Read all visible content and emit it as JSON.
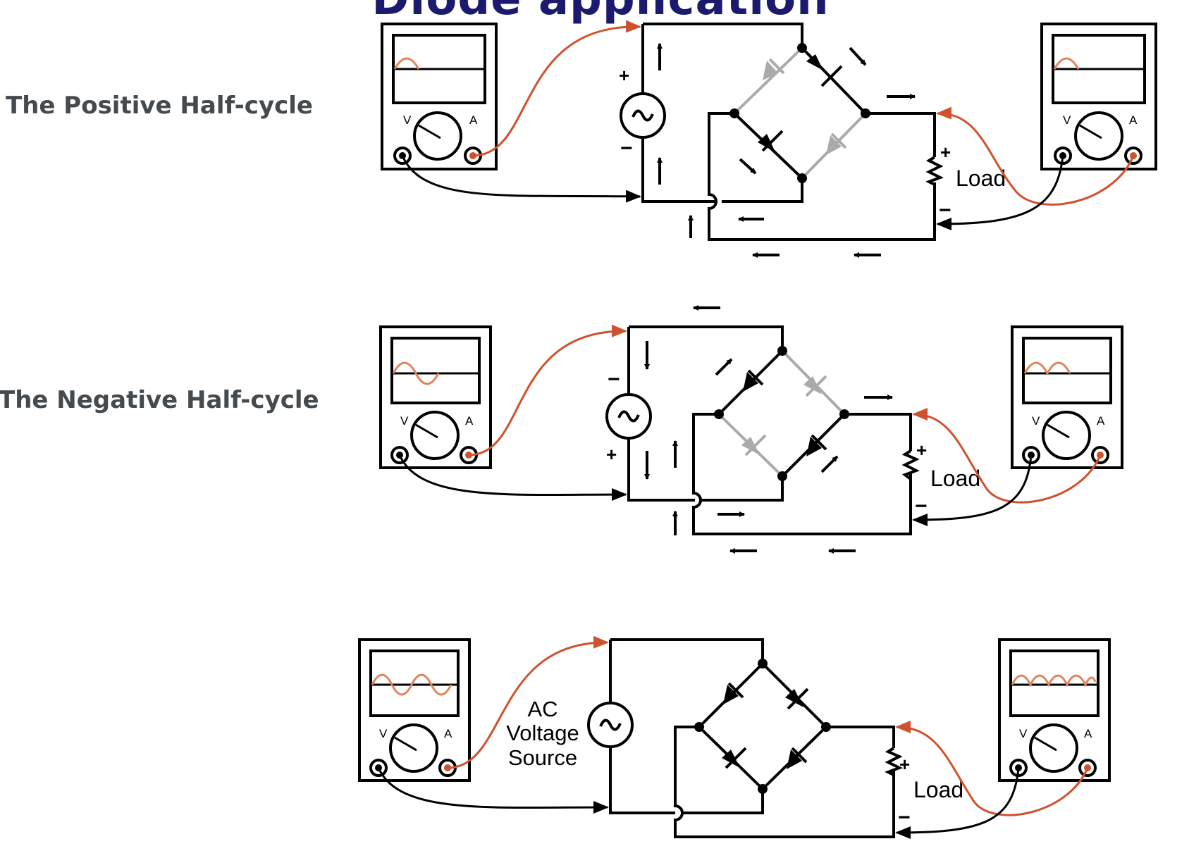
{
  "title": "Diode application",
  "panels": [
    {
      "label": "The Positive Half-cycle",
      "load_label": "Load",
      "meter_letters": [
        "V",
        "A"
      ],
      "polarity": [
        "+",
        "−"
      ]
    },
    {
      "label": "The Negative Half-cycle",
      "load_label": "Load",
      "meter_letters": [
        "V",
        "A"
      ],
      "polarity": [
        "−",
        "+"
      ]
    },
    {
      "label": "",
      "load_label": "Load",
      "meter_letters": [
        "V",
        "A"
      ],
      "source_label": [
        "AC",
        "Voltage",
        "Source"
      ]
    }
  ],
  "colors": {
    "title": "#1a1a6e",
    "label": "#444a4e",
    "probe_lead": "#d0512d",
    "waveform": "#e0845e",
    "conducting_diode": "#000000",
    "blocked_diode": "#aaaaaa"
  }
}
